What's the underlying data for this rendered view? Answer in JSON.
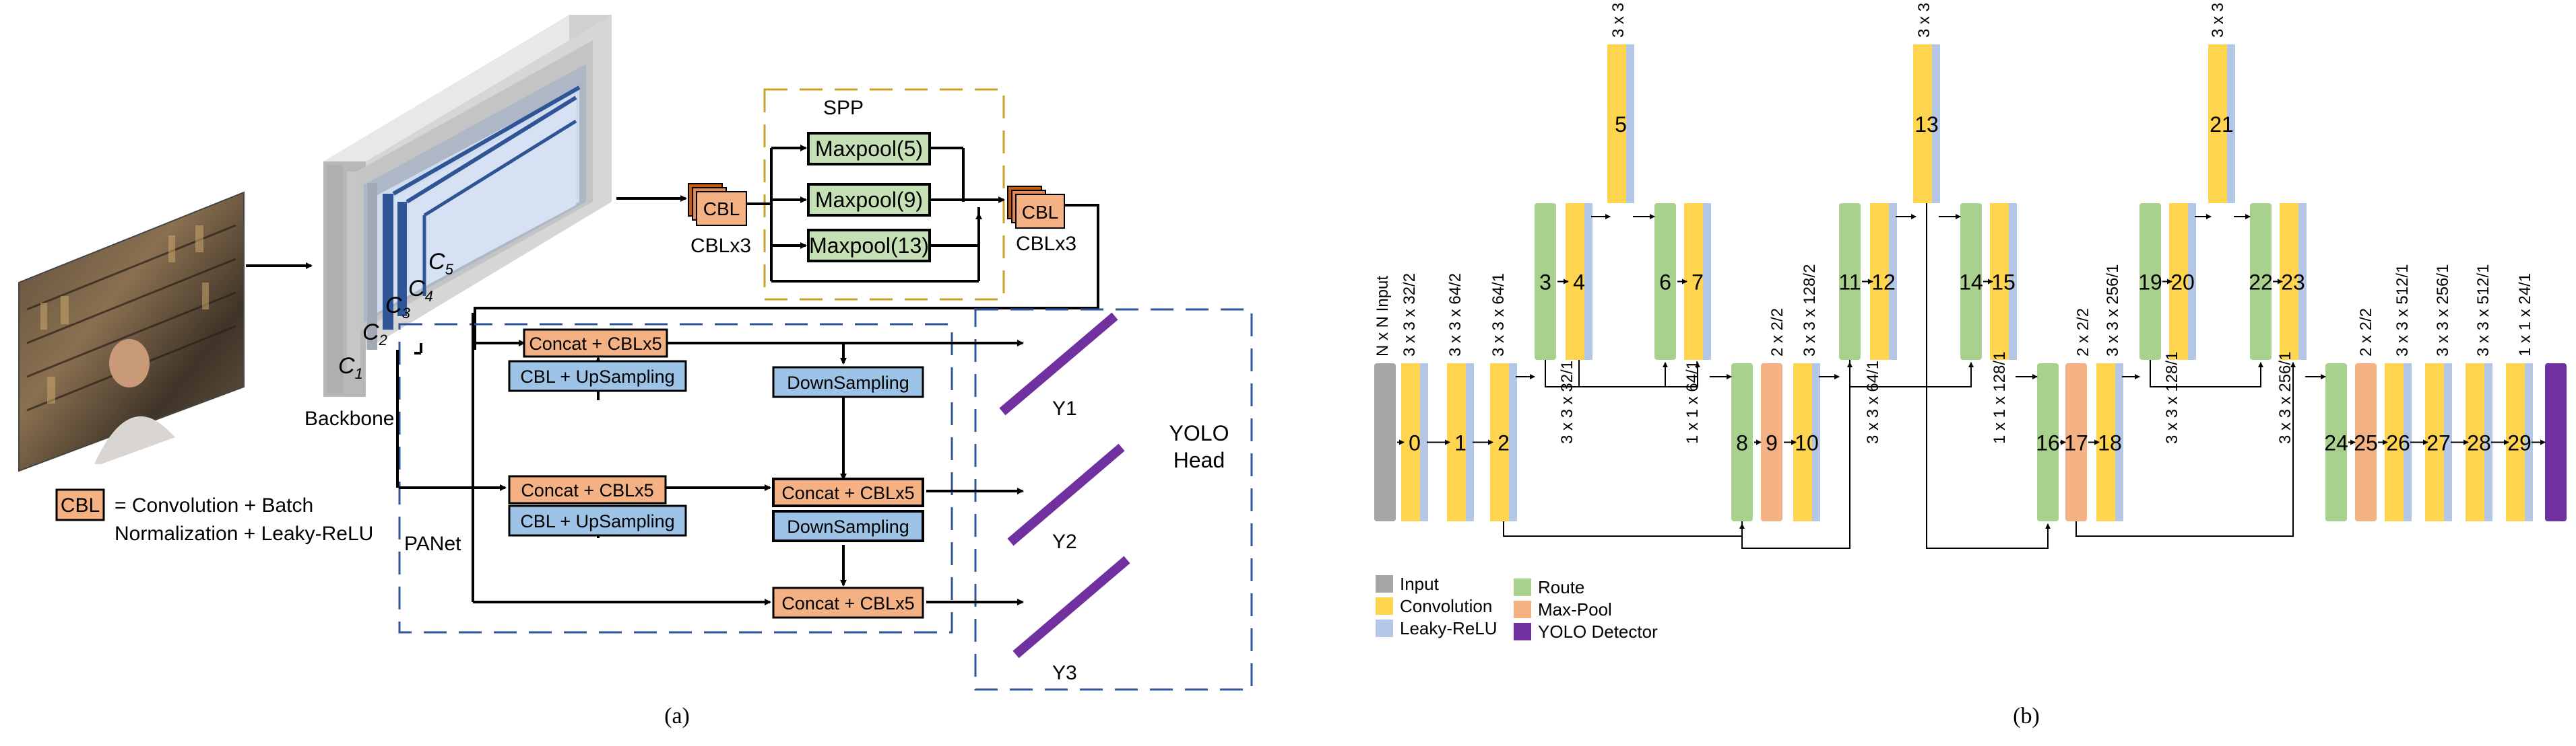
{
  "captions": {
    "a": "(a)",
    "b": "(b)"
  },
  "panel_a": {
    "backbone_label": "Backbone",
    "c_labels": [
      "C",
      "C",
      "C",
      "C",
      "C"
    ],
    "c_subs": [
      "1",
      "2",
      "3",
      "4",
      "5"
    ],
    "spp": {
      "title": "SPP",
      "pools": [
        "Maxpool(5)",
        "Maxpool(9)",
        "Maxpool(13)"
      ],
      "cbl_in": "CBL",
      "cbl_in_caption": "CBLx3",
      "cbl_out": "CBL",
      "cbl_out_caption": "CBLx3"
    },
    "panet": {
      "label": "PANet",
      "concat_top": "Concat  + CBLx5",
      "cbl_up_top": "CBL + UpSampling",
      "concat_mid": "Concat  + CBLx5",
      "cbl_up_mid": "CBL + UpSampling",
      "down_top": "DownSampling",
      "concat_right_mid": "Concat  + CBLx5",
      "down_mid": "DownSampling",
      "concat_bottom": "Concat  + CBLx5"
    },
    "head": {
      "title_1": "YOLO",
      "title_2": "Head",
      "outputs": [
        "Y1",
        "Y2",
        "Y3"
      ]
    },
    "legend": {
      "box": "CBL",
      "line1": "= Convolution + Batch",
      "line2": "Normalization + Leaky-ReLU"
    }
  },
  "panel_b": {
    "colors": {
      "input": "#a6a6a6",
      "convolution": "#ffd54f",
      "leaky_relu": "#b4c7e7",
      "route": "#a9d18e",
      "maxpool": "#f4b183",
      "yolo": "#7030a0"
    },
    "layer_numbers": [
      "0",
      "1",
      "2",
      "3",
      "4",
      "5",
      "6",
      "7",
      "8",
      "9",
      "10",
      "11",
      "12",
      "13",
      "14",
      "15",
      "16",
      "17",
      "18",
      "19",
      "20",
      "21",
      "22",
      "23",
      "24",
      "25",
      "26",
      "27",
      "28",
      "29"
    ],
    "top_labels": [
      "N x N Input",
      "3 x 3 x 32/2",
      "3 x 3 x 64/2",
      "3 x 3 x 64/1",
      "3 x 3 x 32/1",
      "2 x 2/2",
      "3 x 3 x 128/2",
      "3 x 3 x 64/1",
      "2 x 2/2",
      "3 x 3 x 256/1",
      "3 x 3 x 128/1",
      "2 x 2/2",
      "3 x 3 x 512/1",
      "3 x 3 x 256/1",
      "3 x 3 x 512/1",
      "1 x 1 x 24/1"
    ],
    "bottom_labels": [
      "3 x 3 x 32/1",
      "1 x 1 x 64/1",
      "3 x 3 x 64/1",
      "1 x 1 x 128/1",
      "3 x 3 x 128/1",
      "3 x 3 x 256/1"
    ],
    "legend": [
      "Input",
      "Convolution",
      "Leaky-ReLU",
      "Route",
      "Max-Pool",
      "YOLO Detector"
    ]
  }
}
